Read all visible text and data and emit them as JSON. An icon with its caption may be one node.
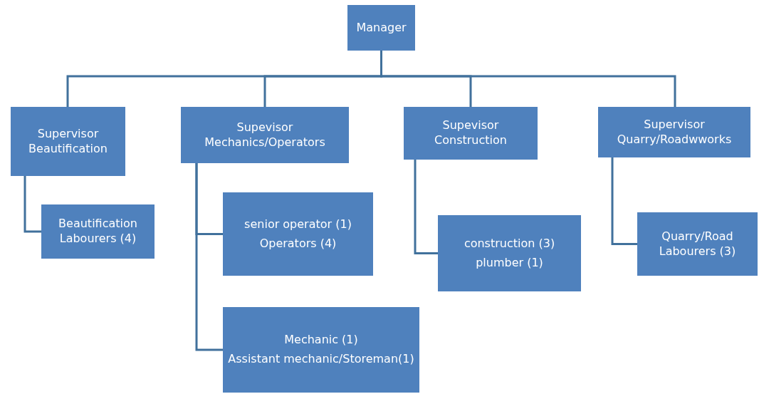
{
  "diagram": {
    "nodes": [
      {
        "text": [
          "Manager"
        ]
      },
      {
        "text": [
          "Supervisor Beautification"
        ]
      },
      {
        "text": [
          "Supevisor Mechanics/Operators"
        ]
      },
      {
        "text": [
          "Supevisor Construction"
        ]
      },
      {
        "text": [
          "Supervisor Quarry/Roadwworks"
        ]
      },
      {
        "text": [
          "Beautification Labourers (4)"
        ]
      },
      {
        "text": [
          "senior operator (1)",
          "Operators (4)"
        ]
      },
      {
        "text": [
          "Mechanic (1)",
          "Assistant mechanic/Storeman(1)"
        ]
      },
      {
        "text": [
          "construction (3)",
          "plumber (1)"
        ]
      },
      {
        "text": [
          "Quarry/Road Labourers (3)"
        ]
      }
    ],
    "edges": [
      {
        "from": 0,
        "to": 1,
        "arrow": "none"
      },
      {
        "from": 0,
        "to": 2,
        "arrow": "none"
      },
      {
        "from": 0,
        "to": 3,
        "arrow": "none"
      },
      {
        "from": 0,
        "to": 4,
        "arrow": "none"
      },
      {
        "from": 1,
        "to": 5,
        "arrow": "none"
      },
      {
        "from": 2,
        "to": 6,
        "arrow": "none"
      },
      {
        "from": 2,
        "to": 7,
        "arrow": "none"
      },
      {
        "from": 3,
        "to": 8,
        "arrow": "none"
      },
      {
        "from": 4,
        "to": 9,
        "arrow": "none"
      }
    ]
  }
}
